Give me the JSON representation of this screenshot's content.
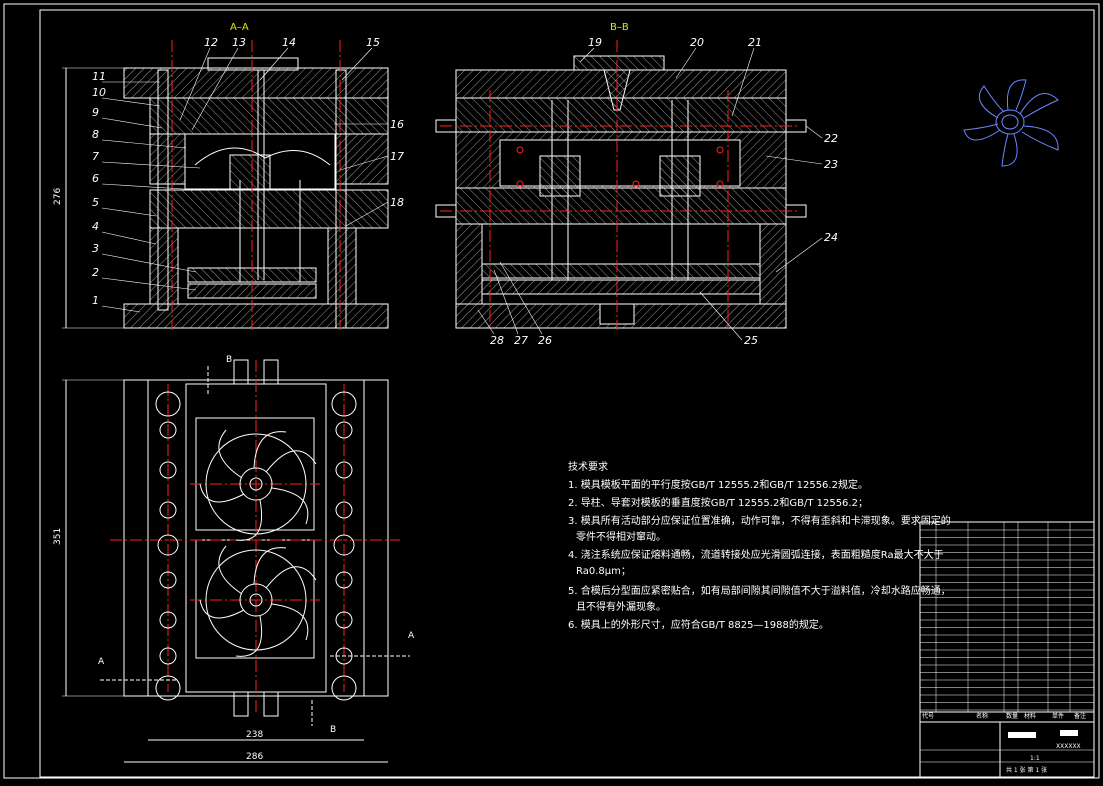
{
  "drawing": {
    "sections": {
      "aa_title": "A–A",
      "bb_title": "B–B"
    },
    "part_numbers": {
      "aa_left": [
        "11",
        "10",
        "9",
        "8",
        "7",
        "6",
        "5",
        "4",
        "3",
        "2",
        "1"
      ],
      "aa_top": [
        "12",
        "13",
        "14",
        "15"
      ],
      "aa_right": [
        "16",
        "17",
        "18"
      ],
      "bb_top": [
        "19",
        "20",
        "21"
      ],
      "bb_right": [
        "22",
        "23",
        "24",
        "25"
      ],
      "bb_bottom": [
        "28",
        "27",
        "26"
      ]
    },
    "dimensions": {
      "aa_height": "276",
      "plan_height": "351",
      "plan_width_inner": "238",
      "plan_width_outer": "286"
    },
    "section_markers": {
      "b_top": "B",
      "b_bottom": "B",
      "a_left": "A",
      "a_right": "A"
    },
    "technical_requirements": {
      "heading": "技术要求",
      "items": [
        "1. 模具模板平面的平行度按GB/T 12555.2和GB/T 12556.2规定。",
        "2. 导柱、导套对模板的垂直度按GB/T 12555.2和GB/T 12556.2；",
        "3. 模具所有活动部分应保证位置准确，动作可靠，不得有歪斜和卡滞现象。要求固定的",
        "零件不得相对窜动。",
        "4. 浇注系统应保证熔料通畅，流道转接处应光滑圆弧连接，表面粗糙度Ra最大不大于",
        "Ra0.8μm；",
        "5. 合模后分型面应紧密贴合，如有局部间隙其间隙值不大于溢料值，冷却水路应畅通，",
        "且不得有外漏现象。",
        "6. 模具上的外形尺寸，应符合GB/T 8825—1988的规定。"
      ]
    },
    "title_block": {
      "header_cols": [
        "代号",
        "名称",
        "数量",
        "材料",
        "单件",
        "备注"
      ],
      "scale": "1:1",
      "sheet": "共 1 张 第 1 张",
      "drawing_no": "XXXXXX"
    }
  }
}
